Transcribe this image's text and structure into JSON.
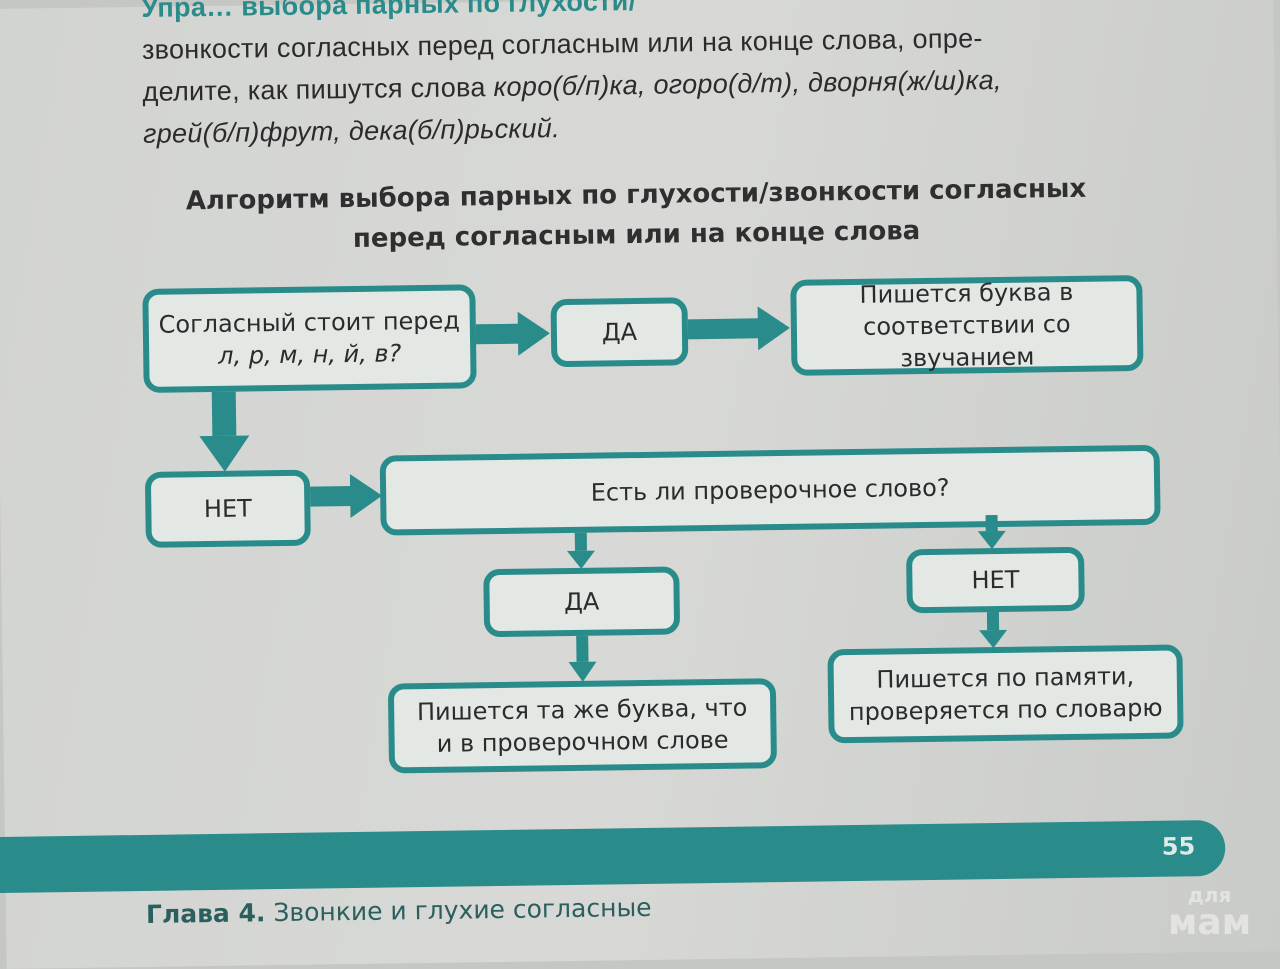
{
  "task": {
    "line0": "Упра… выбора парных по глухости/",
    "line1": "звонкости согласных перед согласным или на конце слова, опре-",
    "line2_plain": "делите, как пишутся слова ",
    "line2_words": "коро(б/п)ка, огоро(д/т), дворня(ж/ш)ка,",
    "line3_words": "грей(б/п)фрут, дека(б/п)рьский."
  },
  "diagram": {
    "title_line1": "Алгоритм выбора парных по глухости/звонкости согласных",
    "title_line2": "перед согласным или на конце слова",
    "q1_line1": "Согласный стоит перед",
    "q1_line2": "л, р, м, н, й, в?",
    "yes1": "ДА",
    "result1_line1": "Пишется буква в",
    "result1_line2": "соответствии со звучанием",
    "no1": "НЕТ",
    "q2": "Есть ли проверочное слово?",
    "yes2": "ДА",
    "no2": "НЕТ",
    "result2_line1": "Пишется та же буква, что",
    "result2_line2": "и в проверочном слове",
    "result3_line1": "Пишется по памяти,",
    "result3_line2": "проверяется по словарю"
  },
  "footer": {
    "chapter_label": "Глава 4.",
    "chapter_title": "Звонкие и глухие согласные",
    "page_number": "55"
  },
  "watermark": {
    "line1": "для",
    "line2": "мам"
  },
  "colors": {
    "accent": "#2a8c8a",
    "box_fill": "#e4e8e5"
  }
}
